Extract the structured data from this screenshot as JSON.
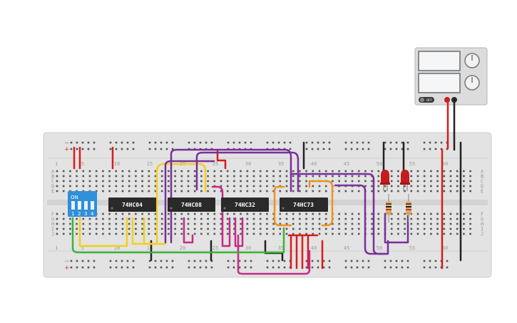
{
  "breadboard": {
    "row_letters_top": [
      "A",
      "B",
      "C",
      "D",
      "E"
    ],
    "row_letters_bottom": [
      "F",
      "G",
      "H",
      "I",
      "J"
    ],
    "column_numbers": [
      "1",
      "5",
      "10",
      "15",
      "20",
      "25",
      "30",
      "35",
      "40",
      "45",
      "50",
      "55",
      "60"
    ],
    "rail_plus": "+",
    "rail_minus": "−"
  },
  "chips": [
    {
      "name": "chip-74hc04",
      "label": "74HC04"
    },
    {
      "name": "chip-74hc08",
      "label": "74HC08"
    },
    {
      "name": "chip-74hc32",
      "label": "74HC32"
    },
    {
      "name": "chip-74hc73",
      "label": "74HC73"
    }
  ],
  "dip_switch": {
    "on_label": "ON",
    "positions": [
      "1",
      "2",
      "3",
      "4"
    ]
  },
  "power_supply": {
    "off_label": "OFF"
  },
  "colors": {
    "board": "#e3e3e3",
    "chip": "#2a2a2a",
    "switch_body": "#2f8fd8",
    "led_red": "#c41d1d",
    "wire_red": "#d81c1c",
    "wire_black": "#222222",
    "wire_yellow": "#f2cf1e",
    "wire_purple": "#7a2f9a",
    "wire_magenta": "#c42b86",
    "wire_green": "#3cb33c",
    "wire_orange": "#f0921e"
  }
}
